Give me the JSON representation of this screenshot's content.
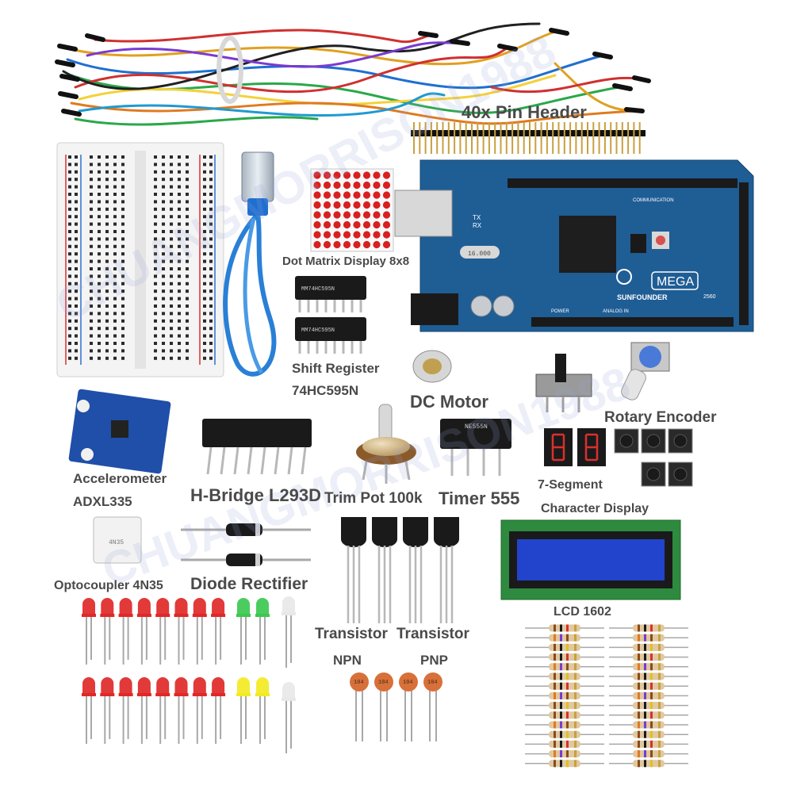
{
  "labels": {
    "pin_header": "40x Pin Header",
    "dot_matrix": "Dot Matrix Display 8x8",
    "shift_register": "Shift Register",
    "shift_register_part": "74HC595N",
    "dc_motor": "DC Motor",
    "rotary_encoder": "Rotary Encoder",
    "accelerometer": "Accelerometer",
    "accelerometer_part": "ADXL335",
    "h_bridge": "H-Bridge L293D",
    "trim_pot": "Trim Pot 100k",
    "timer": "Timer 555",
    "seven_segment": "7-Segment",
    "character_display": "Character Display",
    "optocoupler": "Optocoupler 4N35",
    "diode_rectifier": "Diode Rectifier",
    "lcd": "LCD  1602",
    "transistor_1": "Transistor",
    "transistor_2": "Transistor",
    "npn": "NPN",
    "pnp": "PNP"
  },
  "board": {
    "brand": "SUNFOUNDER",
    "model": "MEGA",
    "model_number": "2560",
    "crystal": "16.000",
    "section_communication": "COMMUNICATION",
    "section_power": "POWER",
    "section_analog": "ANALOG IN",
    "tx": "TX",
    "rx": "RX"
  },
  "chips": {
    "shift_register_text": "MM74HC595N",
    "timer_text": "NE555N",
    "optocoupler_text": "4N35"
  },
  "capacitor_text": "104",
  "watermark": {
    "text_a": "CHUANGMORRISON1988",
    "text_b": "CHUANGMORRISON1988"
  },
  "colors": {
    "board_blue": "#1f5d95",
    "led_red": "#e02828",
    "led_green": "#3cc850",
    "led_yellow": "#f2ea22",
    "usb_cable": "#2a7fd6",
    "lcd_screen": "#2244cc"
  }
}
